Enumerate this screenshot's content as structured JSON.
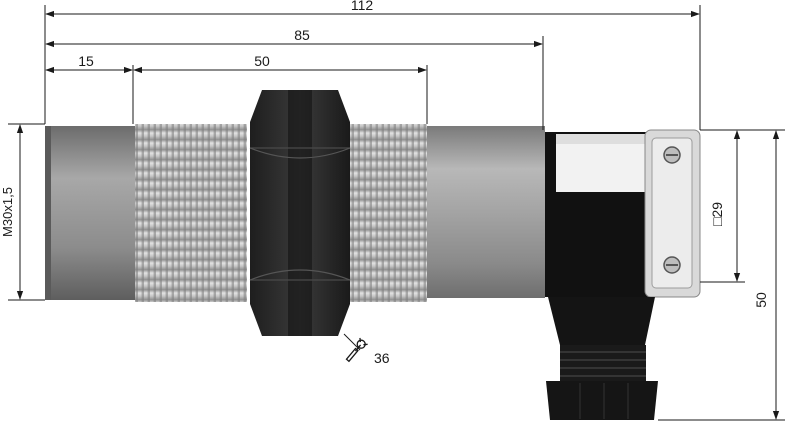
{
  "drawing": {
    "dimensions": {
      "total_length": "112",
      "body_length": "85",
      "tip_length": "15",
      "thread_length": "50",
      "thread_size": "M30x1,5",
      "connector_square": "□29",
      "connector_height": "50",
      "wrench_size": "36"
    },
    "colors": {
      "barrel": "#9a9a9a",
      "thread_light": "#d8d8d8",
      "thread_dark": "#8a8a8a",
      "nut": "#2a2a2a",
      "connector": "#111111",
      "dimension_line": "#1a1a1a"
    },
    "icons": {
      "wrench": "wrench-icon"
    }
  }
}
